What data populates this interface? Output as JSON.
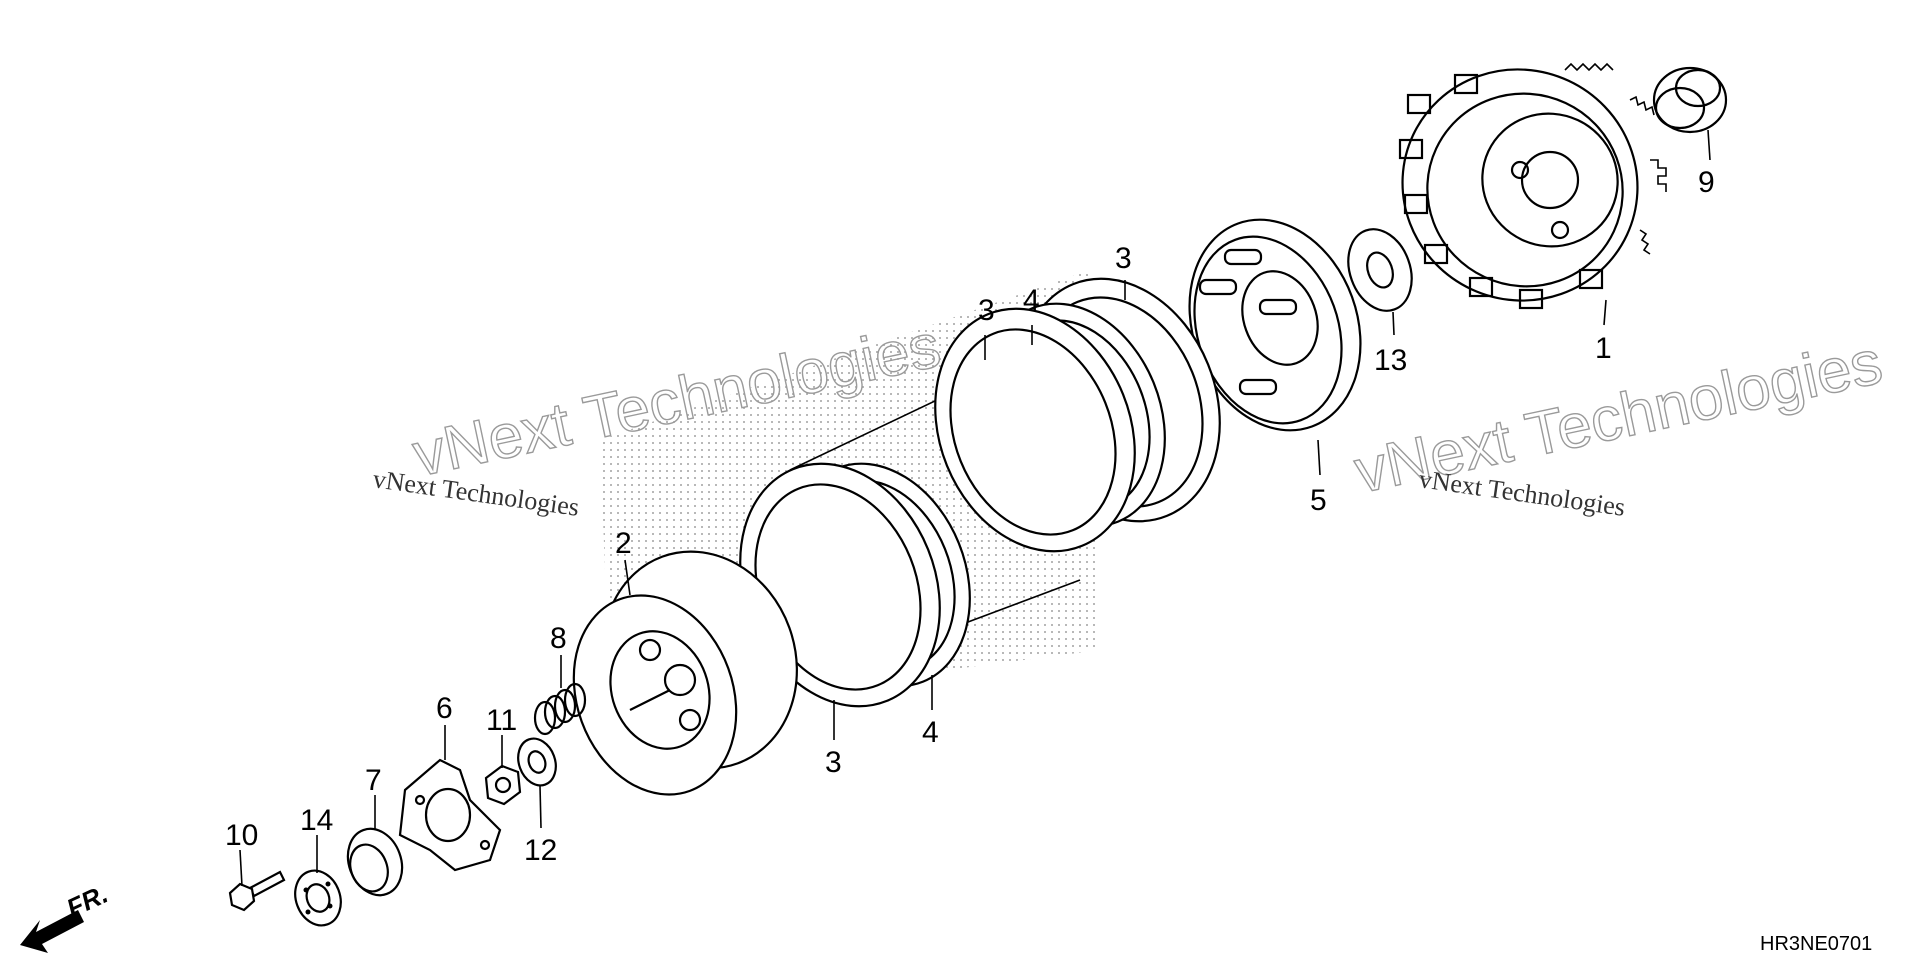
{
  "diagram": {
    "figure_code": "HR3NE0701",
    "front_indicator": "FR.",
    "watermark_text": "vNext Technologies",
    "part_callouts": [
      {
        "id": "c1",
        "number": "1"
      },
      {
        "id": "c2",
        "number": "2"
      },
      {
        "id": "c3a",
        "number": "3"
      },
      {
        "id": "c3b",
        "number": "3"
      },
      {
        "id": "c3c",
        "number": "3"
      },
      {
        "id": "c4a",
        "number": "4"
      },
      {
        "id": "c4b",
        "number": "4"
      },
      {
        "id": "c5",
        "number": "5"
      },
      {
        "id": "c6",
        "number": "6"
      },
      {
        "id": "c7",
        "number": "7"
      },
      {
        "id": "c8",
        "number": "8"
      },
      {
        "id": "c9",
        "number": "9"
      },
      {
        "id": "c10",
        "number": "10"
      },
      {
        "id": "c11",
        "number": "11"
      },
      {
        "id": "c12",
        "number": "12"
      },
      {
        "id": "c13",
        "number": "13"
      },
      {
        "id": "c14",
        "number": "14"
      }
    ]
  }
}
